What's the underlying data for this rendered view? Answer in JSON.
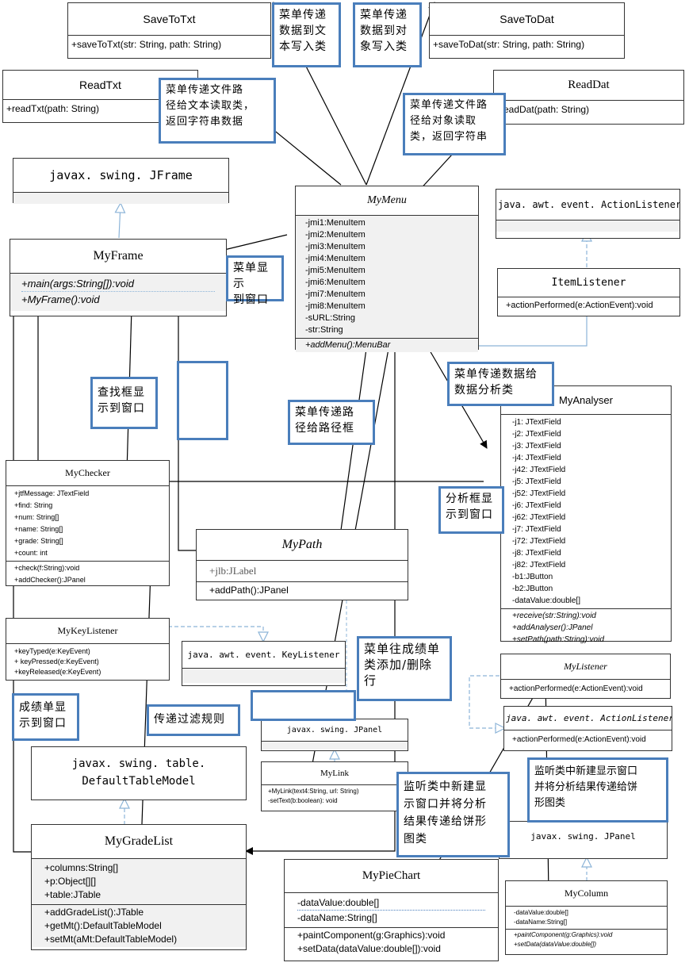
{
  "classes": {
    "save_to_txt": {
      "name": "SaveToTxt",
      "methods": [
        "+saveToTxt(str: String, path: String)"
      ]
    },
    "save_to_dat": {
      "name": "SaveToDat",
      "methods": [
        "+saveToDat(str: String, path: String)"
      ]
    },
    "read_txt": {
      "name": "ReadTxt",
      "methods": [
        "+readTxt(path: String)"
      ]
    },
    "read_dat": {
      "name": "ReadDat",
      "methods": [
        "-readDat(path: String)"
      ]
    },
    "jframe": {
      "name": "javax. swing. JFrame"
    },
    "my_menu": {
      "name": "MyMenu",
      "attributes": [
        "-jmi1:MenuItem",
        "-jmi2:MenuItem",
        "-jmi3:MenuItem",
        "-jmi4:MenuItem",
        "-jmi5:MenuItem",
        "-jmi6:MenuItem",
        "-jmi7:MenuItem",
        "-jmi8:MenuItem",
        "-sURL:String",
        "-str:String"
      ],
      "methods": [
        "+addMenu():MenuBar"
      ]
    },
    "action_listener_top": {
      "name": "java. awt. event. ActionListener"
    },
    "item_listener": {
      "name": "ItemListener",
      "methods": [
        "+actionPerformed(e:ActionEvent):void"
      ]
    },
    "my_frame": {
      "name": "MyFrame",
      "methods": [
        "+main(args:String[]):void",
        "+MyFrame():void"
      ]
    },
    "my_analyser": {
      "name": "MyAnalyser",
      "attributes": [
        "-j1: JTextField",
        "-j2: JTextField",
        "-j3: JTextField",
        "-j4: JTextField",
        "-j42: JTextField",
        "-j5: JTextField",
        "-j52: JTextField",
        "-j6: JTextField",
        "-j62: JTextField",
        "-j7: JTextField",
        "-j72: JTextField",
        "-j8: JTextField",
        "-j82: JTextField",
        "-b1:JButton",
        "-b2:JButton",
        "-dataValue:double[]"
      ],
      "methods": [
        "+receive(str:String):void",
        "+addAnalyser():JPanel",
        "+setPath(path:String):void"
      ]
    },
    "my_checker": {
      "name": "MyChecker",
      "attributes": [
        "+jtfMessage: JTextField",
        "+find: String",
        "+num: String[]",
        "+name: String[]",
        "+grade: String[]",
        "+count: int"
      ],
      "methods": [
        "+check(f:String):void",
        "+addChecker():JPanel"
      ]
    },
    "my_path": {
      "name": "MyPath",
      "attributes": [
        "+jlb:JLabel"
      ],
      "methods": [
        "+addPath():JPanel"
      ]
    },
    "my_key_listener": {
      "name": "MyKeyListener",
      "methods": [
        "+keyTyped(e:KeyEvent)",
        "+ keyPressed(e:KeyEvent)",
        "+keyReleased(e:KeyEvent)"
      ]
    },
    "key_listener": {
      "name": "java. awt. event. KeyListener"
    },
    "my_listener": {
      "name": "MyListener",
      "methods": [
        "+actionPerformed(e:ActionEvent):void"
      ]
    },
    "action_listener_bottom": {
      "name": "java. awt. event. ActionListener",
      "methods": [
        "+actionPerformed(e:ActionEvent):void"
      ]
    },
    "jpanel_center": {
      "name": "javax. swing. JPanel"
    },
    "my_link": {
      "name": "MyLink",
      "methods": [
        "+MyLink(text4:String, url: String)",
        "-setText(b:boolean): void"
      ]
    },
    "default_table_model": {
      "name": "javax. swing. table. DefaultTableModel"
    },
    "jpanel_right": {
      "name": "javax. swing. JPanel"
    },
    "my_grade_list": {
      "name": "MyGradeList",
      "attributes": [
        "+columns:String[]",
        "+p:Object[][]",
        "+table:JTable"
      ],
      "methods": [
        "+addGradeList():JTable",
        "+getMt():DefaultTableModel",
        "+setMt(aMt:DefaultTableModel)"
      ]
    },
    "my_pie_chart": {
      "name": "MyPieChart",
      "attributes": [
        "-dataValue:double[]",
        "-dataName:String[]"
      ],
      "methods": [
        "+paintComponent(g:Graphics):void",
        "+setData(dataValue:double[]):void"
      ]
    },
    "my_column": {
      "name": "MyColumn",
      "attributes": [
        "-dataValue:double[]",
        "-dataName:String[]"
      ],
      "methods": [
        "+paintComponent(g:Graphics):void",
        "+setData(dataValue:double[])"
      ]
    }
  },
  "notes": {
    "n_menu_txt_write": [
      "菜单传递",
      "数据到文",
      "本写入类"
    ],
    "n_menu_obj_write": [
      "菜单传递",
      "数据到对",
      "象写入类"
    ],
    "n_menu_txt_read": [
      "菜单传递文件路",
      "径给文本读取类，",
      "返回字符串数据"
    ],
    "n_menu_obj_read": [
      "菜单传递文件路",
      "径给对象读取",
      "类，返回字符串"
    ],
    "n_menu_to_window": [
      "菜单显示",
      "到窗口"
    ],
    "n_checker_to_window": [
      "查找框显",
      "示到窗口"
    ],
    "n_empty_1": [],
    "n_menu_path": [
      "菜单传递路",
      "径给路径框"
    ],
    "n_menu_to_analyser": [
      "菜单传递数据给",
      "数据分析类"
    ],
    "n_analyser_to_window": [
      "分析框显",
      "示到窗口"
    ],
    "n_menu_grade_add_delete": [
      "菜单往成绩单",
      "类添加/删除",
      "行"
    ],
    "n_grade_to_window": [
      "成绩单显",
      "示到窗口"
    ],
    "n_filter_rule": [
      "传递过滤规则"
    ],
    "n_empty_2": [],
    "n_listener_pie": [
      "监听类中新建显",
      "示窗口并将分析",
      "结果传递给饼形",
      "图类"
    ],
    "n_listener_column": [
      "监听类中新建显示窗口",
      "并将分析结果传递给饼",
      "形图类"
    ]
  },
  "colors": {
    "note_border": "#4a7ebb",
    "inherit_arrow": "#8cb4d8",
    "line": "#000000"
  }
}
